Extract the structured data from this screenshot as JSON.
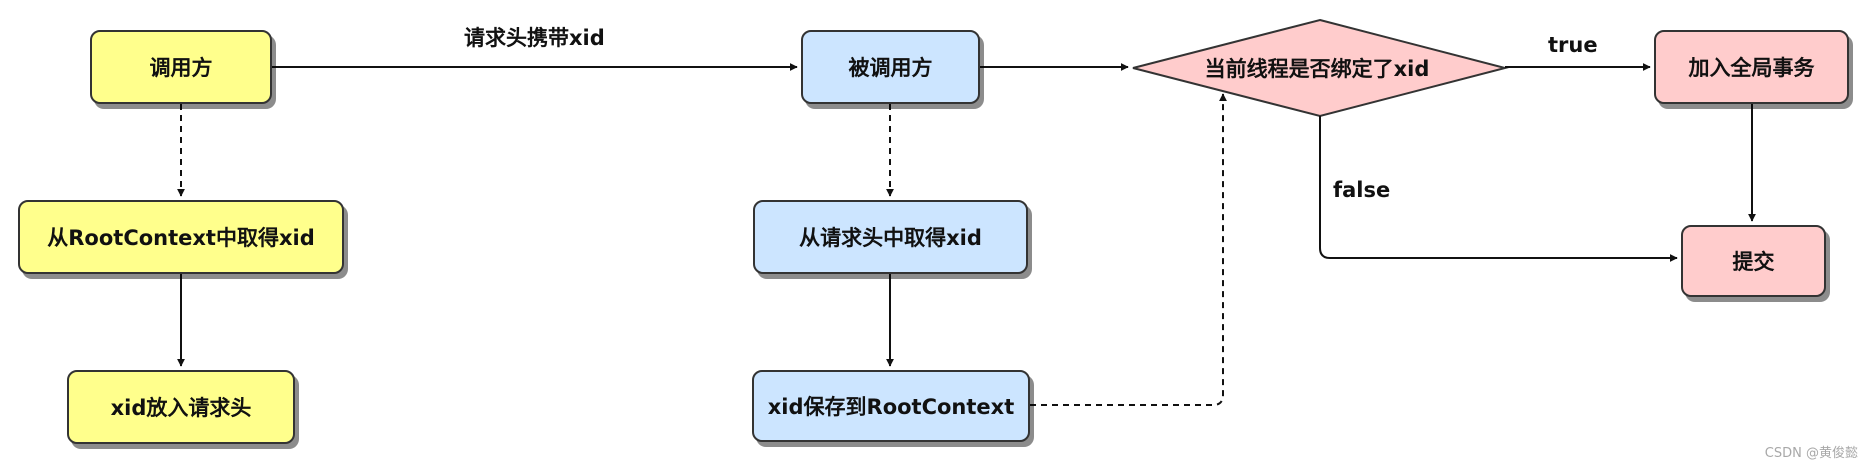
{
  "nodes": {
    "caller": "调用方",
    "get_from_root": "从RootContext中取得xid",
    "put_in_header": "xid放入请求头",
    "callee": "被调用方",
    "get_from_header": "从请求头中取得xid",
    "save_to_root": "xid保存到RootContext",
    "decision": "当前线程是否绑定了xid",
    "join_global": "加入全局事务",
    "commit": "提交"
  },
  "edge_labels": {
    "header_carries_xid": "请求头携带xid",
    "true": "true",
    "false": "false"
  },
  "watermark": "CSDN @黄俊懿",
  "colors": {
    "yellow": "#ffff8c",
    "blue": "#cce5ff",
    "pink": "#ffcccc",
    "stroke": "#333333"
  }
}
